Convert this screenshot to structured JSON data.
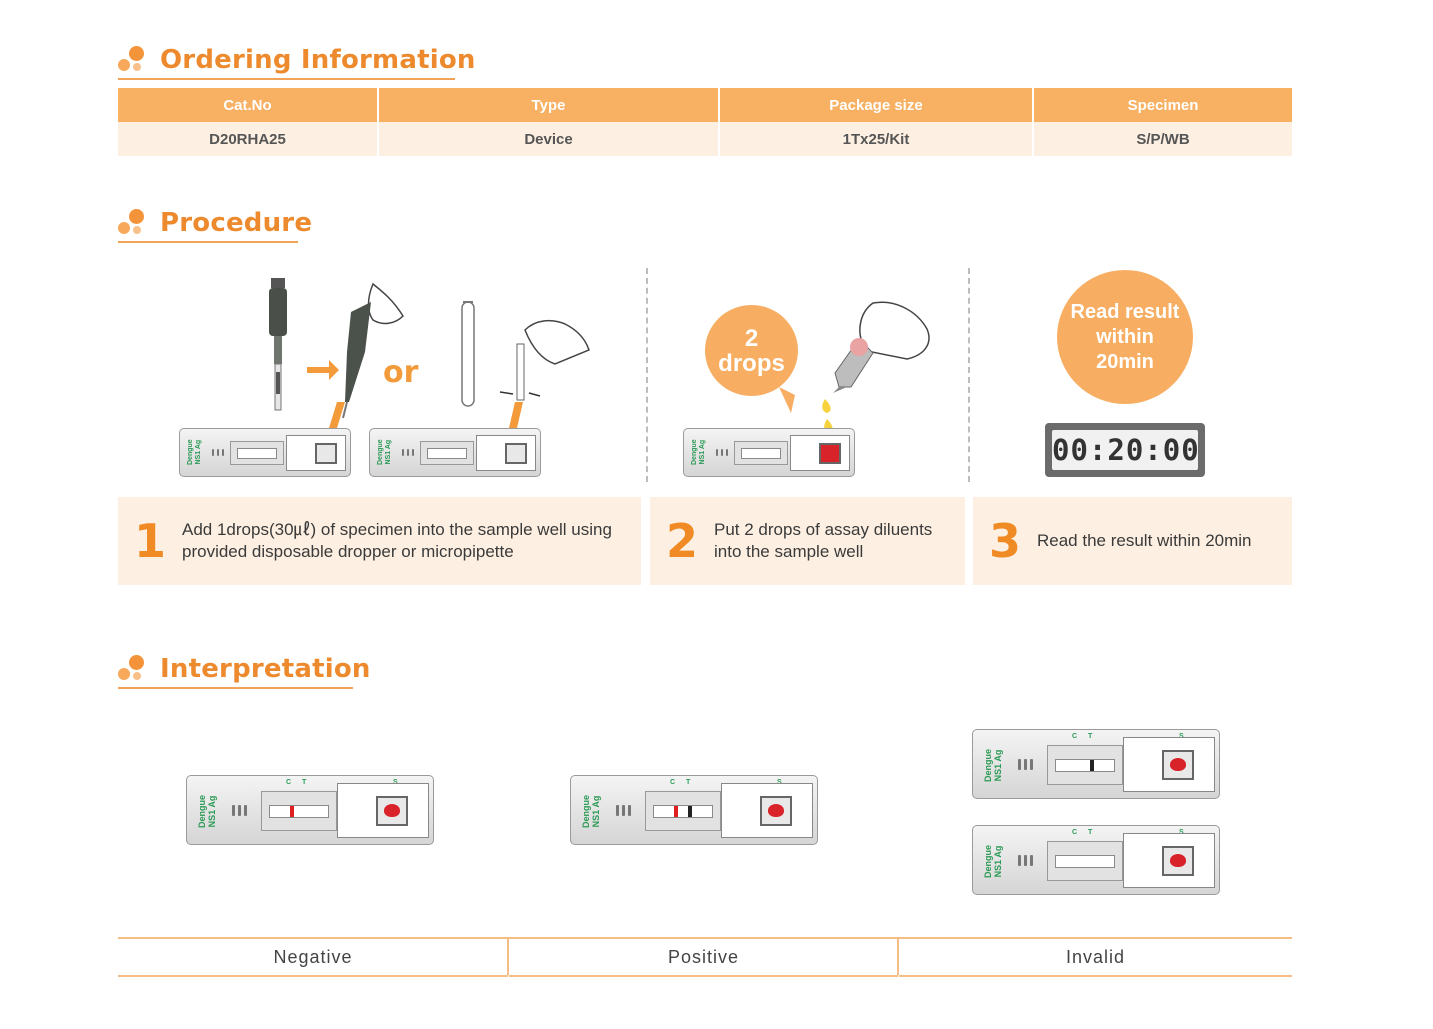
{
  "sections": {
    "ordering": "Ordering Information",
    "procedure": "Procedure",
    "interpretation": "Interpretation"
  },
  "table": {
    "headers": [
      "Cat.No",
      "Type",
      "Package size",
      "Specimen"
    ],
    "row": [
      "D20RHA25",
      "Device",
      "1Tx25/Kit",
      "S/P/WB"
    ]
  },
  "procedure": {
    "or_label": "or",
    "drops_line1": "2",
    "drops_line2": "drops",
    "read_line1": "Read result",
    "read_line2": "within",
    "read_line3": "20min",
    "timer": "00:20:00",
    "steps": [
      {
        "num": "1",
        "line1": "Add 1drops(30㎕) of specimen into the sample well using",
        "line2": "provided disposable dropper or micropipette"
      },
      {
        "num": "2",
        "line1": "Put 2 drops of assay diluents",
        "line2": "into the sample well"
      },
      {
        "num": "3",
        "line1": "Read the result within 20min",
        "line2": ""
      }
    ]
  },
  "device": {
    "label1": "Dengue",
    "label2": "NS1 Ag",
    "mark_c": "C",
    "mark_t": "T",
    "mark_s": "S"
  },
  "results": [
    "Negative",
    "Positive",
    "Invalid"
  ],
  "colors": {
    "accent": "#ee8a2e",
    "header_bg": "#f8b063",
    "row_bg": "#fdf0e2",
    "device_text": "#2a9a55",
    "line_red": "#e02020"
  }
}
